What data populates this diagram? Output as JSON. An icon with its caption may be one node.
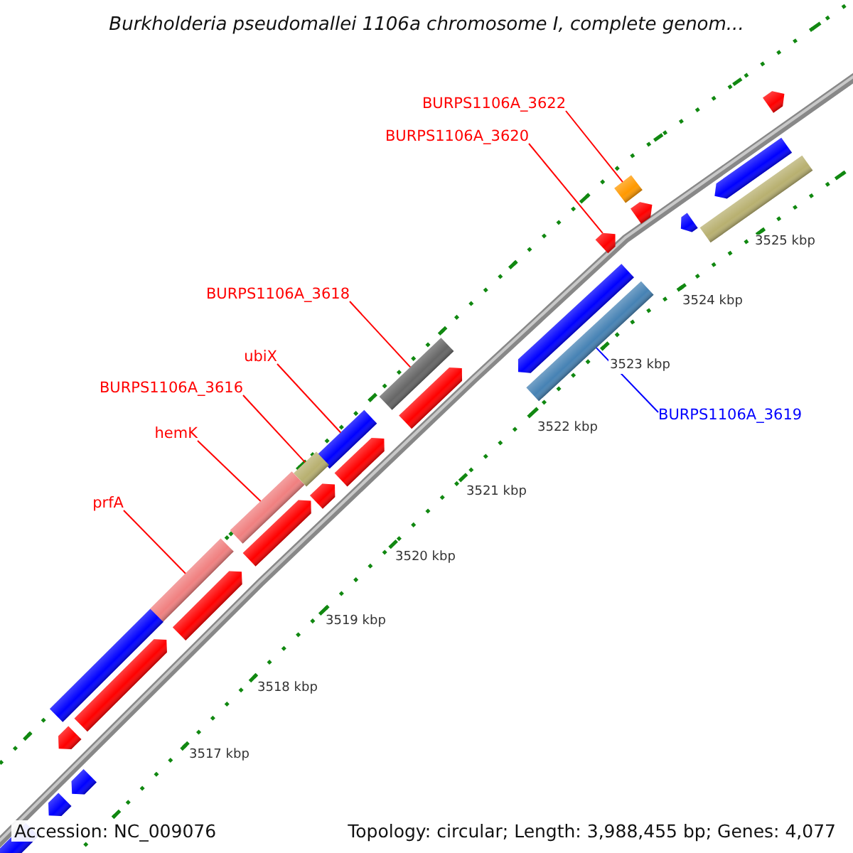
{
  "diagram": {
    "title": "Burkholderia pseudomallei 1106a chromosome I, complete genom...",
    "nodes": [
      {
        "text": [
          "BURPS1106A_3622"
        ]
      },
      {
        "text": [],
        "shape": "bar"
      },
      {
        "text": [
          "BURPS1106A_3620"
        ]
      },
      {
        "text": [],
        "shape": "bar"
      },
      {
        "text": [
          "BURPS1106A_3618"
        ]
      },
      {
        "text": [],
        "shape": "bar"
      },
      {
        "text": [
          "ubiX"
        ]
      },
      {
        "text": [],
        "shape": "bar"
      },
      {
        "text": [
          "BURPS1106A_3616"
        ]
      },
      {
        "text": [],
        "shape": "bar"
      },
      {
        "text": [
          "hemK"
        ]
      },
      {
        "text": [],
        "shape": "bar"
      },
      {
        "text": [
          "prfA"
        ]
      },
      {
        "text": [],
        "shape": "bar"
      },
      {
        "text": [
          "BURPS1106A_3619"
        ]
      },
      {
        "text": [],
        "shape": "bar"
      }
    ],
    "edges": [
      {
        "from": 0,
        "to": 1,
        "arrow": "none"
      },
      {
        "from": 2,
        "to": 3,
        "arrow": "none"
      },
      {
        "from": 4,
        "to": 5,
        "arrow": "none"
      },
      {
        "from": 6,
        "to": 7,
        "arrow": "none"
      },
      {
        "from": 8,
        "to": 9,
        "arrow": "none"
      },
      {
        "from": 10,
        "to": 11,
        "arrow": "none"
      },
      {
        "from": 12,
        "to": 13,
        "arrow": "none"
      },
      {
        "from": 14,
        "to": 15,
        "arrow": "none",
        "color": "#0000ff"
      }
    ],
    "labels": [
      "3525 kbp",
      "3524 kbp",
      "3523 kbp",
      "3522 kbp",
      "3521 kbp",
      "3520 kbp",
      "3519 kbp",
      "3518 kbp",
      "3517 kbp",
      "Accession: NC_009076",
      "Topology: circular; Length: 3,988,455 bp; Genes: 4,077"
    ]
  }
}
